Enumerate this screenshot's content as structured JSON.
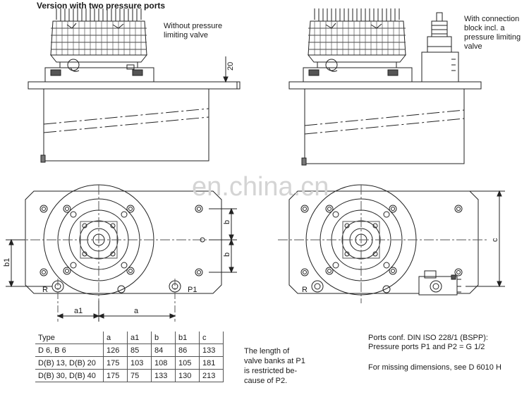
{
  "heading": "Version with two pressure ports",
  "note_left": "Without pressure\nlimiting valve",
  "note_right": "With connection\nblock incl. a\npressure limiting\nvalve",
  "watermark": "en.china.cn",
  "dims": {
    "twenty": "20",
    "b": "b",
    "b1": "b1",
    "c": "c",
    "a": "a",
    "a1": "a1",
    "R": "R",
    "P1": "P1"
  },
  "table": {
    "headers": [
      "Type",
      "a",
      "a1",
      "b",
      "b1",
      "c"
    ],
    "rows": [
      [
        "D 6, B 6",
        "126",
        "85",
        "84",
        "86",
        "133"
      ],
      [
        "D(B) 13, D(B) 20",
        "175",
        "103",
        "108",
        "105",
        "181"
      ],
      [
        "D(B) 30, D(B) 40",
        "175",
        "75",
        "133",
        "130",
        "213"
      ]
    ]
  },
  "banks_note": "The length of\nvalve banks at P1\nis restricted be-\ncause of P2.",
  "ports_note": "Ports conf. DIN ISO 228/1 (BSPP):\nPressure ports P1 and P2 = G 1/2",
  "missing_note": "For missing dimensions, see D 6010 H"
}
